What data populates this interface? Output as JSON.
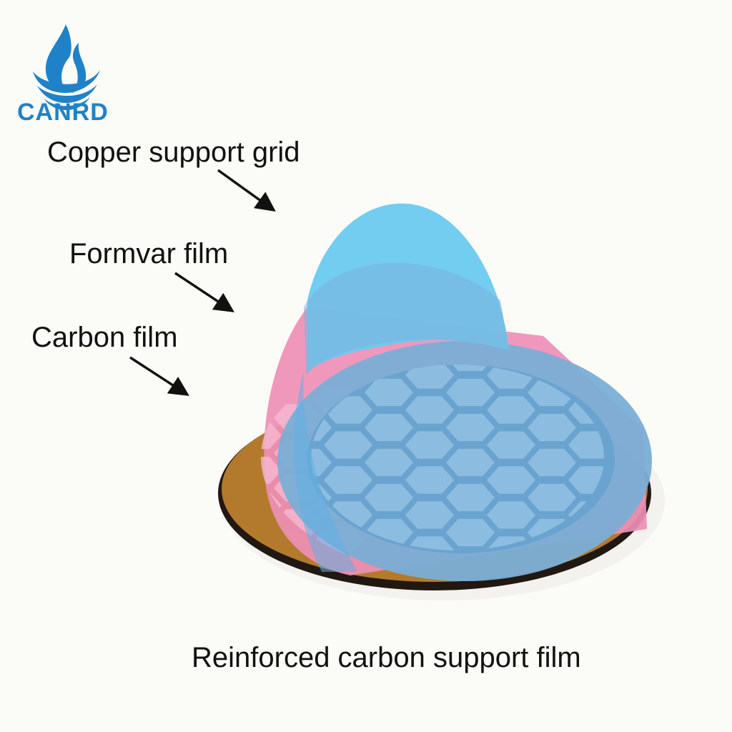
{
  "logo": {
    "text": "CANRD",
    "color": "#1f82c8"
  },
  "labels": {
    "copper_support_grid": "Copper support grid",
    "formvar_film": "Formvar film",
    "carbon_film": "Carbon film"
  },
  "caption": "Reinforced carbon support film",
  "colors": {
    "copper": "#b37a2e",
    "formvar": "#ee8fb6",
    "blue_film": "#5eb8e6",
    "hex_fill": "#8cbde0",
    "text": "#111111"
  },
  "icons": [
    "water-drop-logo-icon",
    "arrow-icon"
  ]
}
